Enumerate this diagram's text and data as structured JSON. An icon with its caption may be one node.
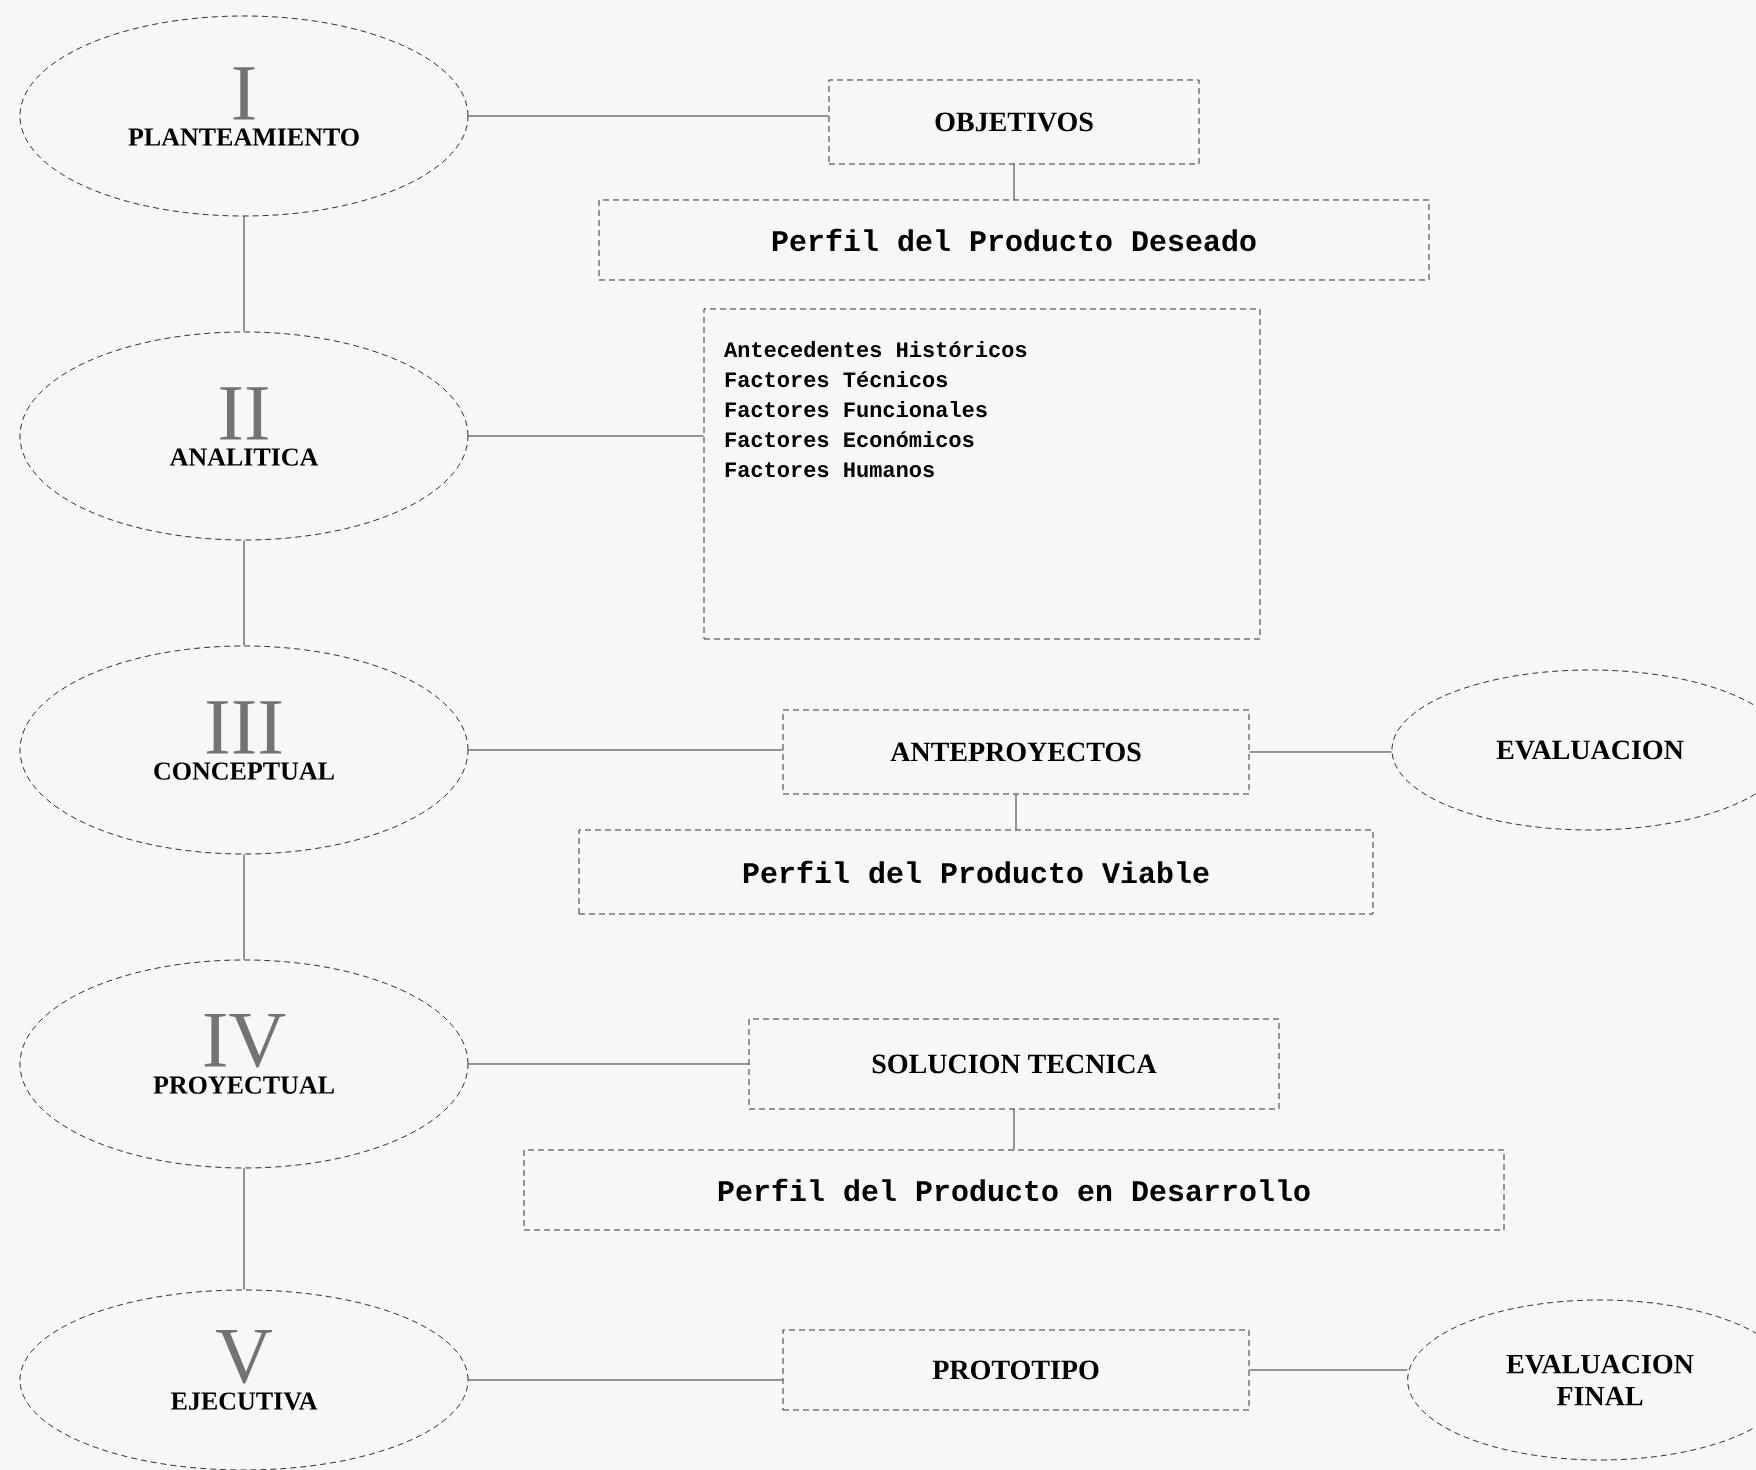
{
  "diagram": {
    "nodes": [
      {
        "text": [
          "I",
          "PLANTEAMIENTO"
        ]
      },
      {
        "text": [
          "OBJETIVOS"
        ]
      },
      {
        "text": [
          "Perfil del Producto Deseado"
        ]
      },
      {
        "text": [
          "II",
          "ANALITICA"
        ]
      },
      {
        "text": [
          "Antecedentes Históricos",
          "Factores Técnicos",
          "Factores Funcionales",
          "Factores Económicos",
          "Factores Humanos"
        ]
      },
      {
        "text": [
          "III",
          "CONCEPTUAL"
        ]
      },
      {
        "text": [
          "ANTEPROYECTOS"
        ]
      },
      {
        "text": [
          "Perfil del Producto Viable"
        ]
      },
      {
        "text": [
          "EVALUACION"
        ]
      },
      {
        "text": [
          "IV",
          "PROYECTUAL"
        ]
      },
      {
        "text": [
          "SOLUCION TECNICA"
        ]
      },
      {
        "text": [
          "Perfil del Producto en Desarrollo"
        ]
      },
      {
        "text": [
          "V",
          "EJECUTIVA"
        ]
      },
      {
        "text": [
          "PROTOTIPO"
        ]
      },
      {
        "text": [
          "EVALUACION FINAL"
        ]
      }
    ],
    "edges": [
      {
        "from": 0,
        "to": 1,
        "arrow": "none"
      },
      {
        "from": 1,
        "to": 2,
        "arrow": "none"
      },
      {
        "from": 0,
        "to": 3,
        "arrow": "none"
      },
      {
        "from": 3,
        "to": 4,
        "arrow": "none"
      },
      {
        "from": 3,
        "to": 5,
        "arrow": "none"
      },
      {
        "from": 5,
        "to": 6,
        "arrow": "none"
      },
      {
        "from": 6,
        "to": 7,
        "arrow": "none"
      },
      {
        "from": 6,
        "to": 8,
        "arrow": "none"
      },
      {
        "from": 5,
        "to": 9,
        "arrow": "none"
      },
      {
        "from": 9,
        "to": 10,
        "arrow": "none"
      },
      {
        "from": 10,
        "to": 11,
        "arrow": "none"
      },
      {
        "from": 9,
        "to": 12,
        "arrow": "none"
      },
      {
        "from": 12,
        "to": 13,
        "arrow": "none"
      },
      {
        "from": 13,
        "to": 14,
        "arrow": "none"
      }
    ]
  }
}
